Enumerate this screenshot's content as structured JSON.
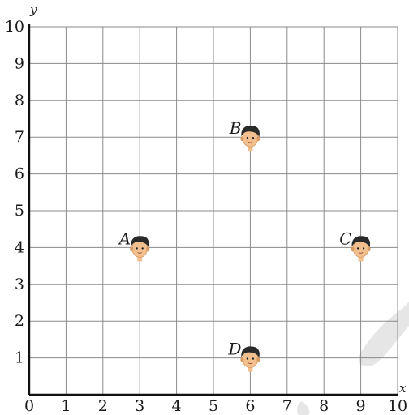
{
  "chart_data": {
    "type": "scatter",
    "xlabel": "x",
    "ylabel": "y",
    "xlim": [
      0,
      10
    ],
    "ylim": [
      0,
      10
    ],
    "grid": true,
    "x_ticks": [
      "0",
      "1",
      "2",
      "3",
      "4",
      "5",
      "6",
      "7",
      "8",
      "9",
      "10"
    ],
    "y_ticks": [
      "1",
      "2",
      "3",
      "4",
      "5",
      "6",
      "7",
      "8",
      "9",
      "10"
    ],
    "origin_label": "0",
    "points": [
      {
        "label": "A",
        "x": 3,
        "y": 4,
        "marker": "person-head-icon"
      },
      {
        "label": "B",
        "x": 6,
        "y": 7,
        "marker": "person-head-icon"
      },
      {
        "label": "C",
        "x": 9,
        "y": 4,
        "marker": "person-head-icon"
      },
      {
        "label": "D",
        "x": 6,
        "y": 1,
        "marker": "person-head-icon"
      }
    ],
    "colors": {
      "hair": "#2a2a2a",
      "skin": "#f2c08e",
      "skin_shadow": "#d99a64",
      "watermark": "#e6e6e6"
    }
  }
}
